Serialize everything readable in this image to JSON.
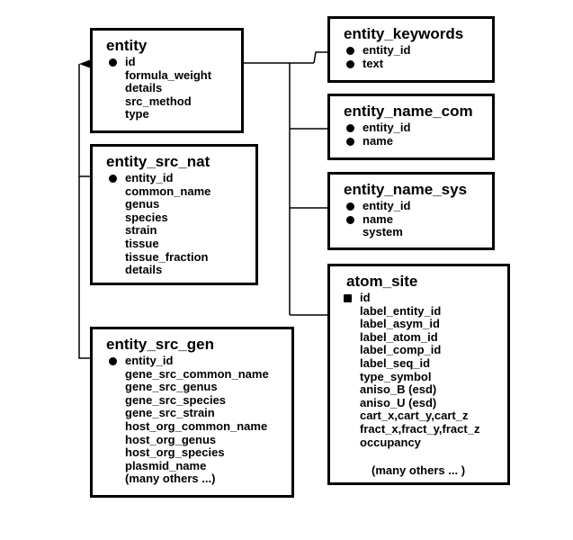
{
  "boxes": {
    "entity": {
      "title": "entity",
      "fields": [
        "id",
        "formula_weight",
        "details",
        "src_method",
        "type"
      ],
      "keys": [
        "id"
      ]
    },
    "entity_src_nat": {
      "title": "entity_src_nat",
      "fields": [
        "entity_id",
        "common_name",
        "genus",
        "species",
        "strain",
        "tissue",
        "tissue_fraction",
        "details"
      ],
      "keys": [
        "entity_id"
      ]
    },
    "entity_src_gen": {
      "title": "entity_src_gen",
      "fields": [
        "entity_id",
        "gene_src_common_name",
        "gene_src_genus",
        "gene_src_species",
        "gene_src_strain",
        "host_org_common_name",
        "host_org_genus",
        "host_org_species",
        "plasmid_name",
        "(many others ...)"
      ],
      "keys": [
        "entity_id"
      ]
    },
    "entity_keywords": {
      "title": "entity_keywords",
      "fields": [
        "entity_id",
        "text"
      ],
      "keys": [
        "entity_id",
        "text"
      ]
    },
    "entity_name_com": {
      "title": "entity_name_com",
      "fields": [
        "entity_id",
        "name"
      ],
      "keys": [
        "entity_id",
        "name"
      ]
    },
    "entity_name_sys": {
      "title": "entity_name_sys",
      "fields": [
        "entity_id",
        "name",
        "system"
      ],
      "keys": [
        "entity_id",
        "name"
      ]
    },
    "atom_site": {
      "title": "atom_site",
      "fields": [
        "id",
        "label_entity_id",
        "label_asym_id",
        "label_atom_id",
        "label_comp_id",
        "label_seq_id",
        "type_symbol",
        "aniso_B (esd)",
        "aniso_U (esd)",
        "cart_x,cart_y,cart_z",
        "fract_x,fract_y,fract_z",
        "occupancy"
      ],
      "keys": [
        "id"
      ],
      "footnote": "(many others ... )"
    }
  }
}
